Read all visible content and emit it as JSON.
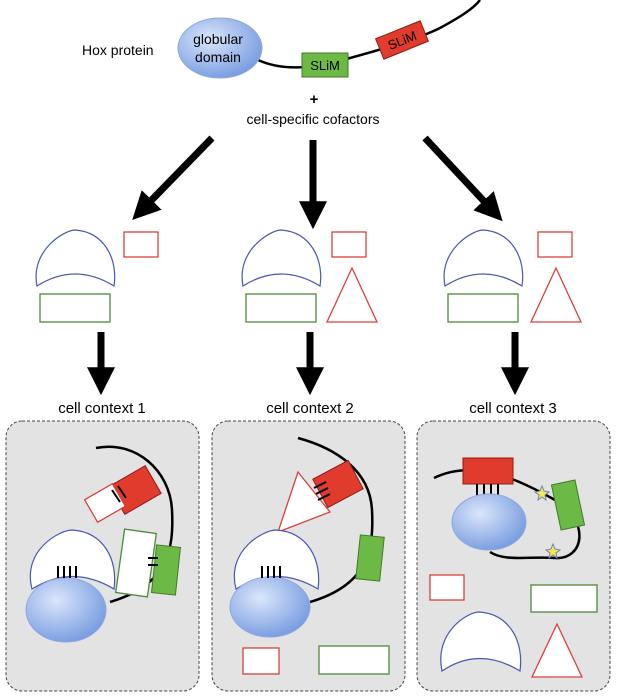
{
  "colors": {
    "globular_fill_light": "#dbe6fb",
    "globular_fill_dark": "#6e95de",
    "slim_green": "#6cba45",
    "slim_red": "#e03b2c",
    "cofactor_red_outline": "#d9413a",
    "cofactor_green_outline": "#4e8a37",
    "crescent_outline": "#4a57b0",
    "panel_fill": "#e3e3e3",
    "panel_border": "#444444",
    "star_fill": "#f3e94a",
    "star_outline": "#6d7fc4"
  },
  "top": {
    "protein_label": "Hox protein",
    "globular_line1": "globular",
    "globular_line2": "domain",
    "slim_green_label": "SLiM",
    "slim_red_label": "SLiM",
    "plus": "+",
    "cofactors_label": "cell-specific cofactors"
  },
  "contexts": [
    {
      "label": "cell context 1"
    },
    {
      "label": "cell context 2"
    },
    {
      "label": "cell context 3"
    }
  ]
}
